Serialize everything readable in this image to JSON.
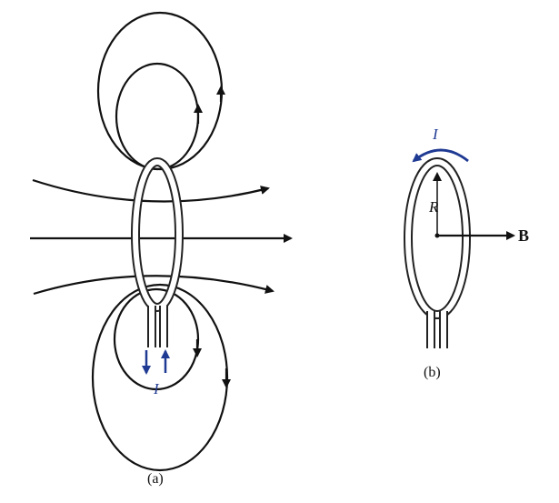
{
  "figure": {
    "panel_a": {
      "caption": "(a)",
      "current_label": "I"
    },
    "panel_b": {
      "caption": "(b)",
      "current_label": "I",
      "radius_label": "R",
      "field_label": "B"
    }
  },
  "colors": {
    "lines": "#111111",
    "current": "#1f3a93"
  }
}
